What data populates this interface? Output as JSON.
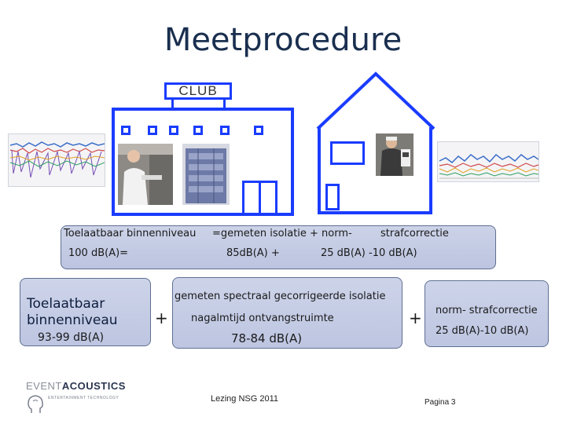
{
  "slide": {
    "title": "Meetprocedure",
    "club_sign": "CLUB"
  },
  "formula": {
    "line1_a": "Toelaatbaar binnenniveau",
    "line1_b": "=gemeten isolatie + norm-",
    "line1_c": "strafcorrectie",
    "line2_a": "100 dB(A)=",
    "line2_b": "85dB(A)  +",
    "line2_c": "25 dB(A)  -10 dB(A)"
  },
  "left_box": {
    "line1": "Toelaatbaar",
    "line2": "binnenniveau",
    "value": "93-99 dB(A)"
  },
  "middle_box": {
    "line1": "gemeten spectraal gecorrigeerde isolatie",
    "line2": "nagalmtijd ontvangstruimte",
    "value": "78-84 dB(A)"
  },
  "right_box": {
    "line1": "norm- strafcorrectie",
    "value": "25 dB(A)-10 dB(A)"
  },
  "operators": {
    "plus1": "+",
    "plus2": "+"
  },
  "logo": {
    "name_a": "EVENT",
    "name_b": "ACOUSTICS",
    "tagline": "ENTERTAINMENT TECHNOLOGY"
  },
  "footer": {
    "center": "Lezing NSG 2011",
    "page": "Pagina 3"
  },
  "colors": {
    "building_line": "#1a3cff",
    "title": "#1a2f4f",
    "box_fill": "#c4cce4"
  }
}
